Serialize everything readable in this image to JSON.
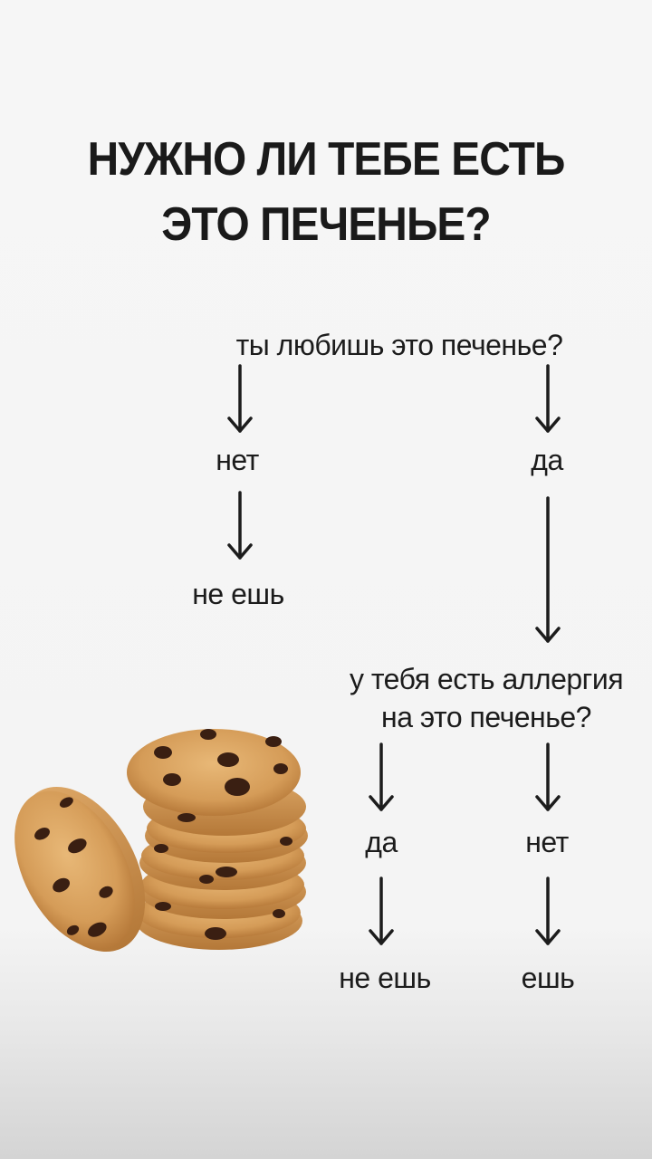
{
  "title": {
    "line1": "НУЖНО ЛИ ТЕБЕ ЕСТЬ",
    "line2": "ЭТО ПЕЧЕНЬЕ?"
  },
  "flowchart": {
    "question1": "ты любишь это печенье?",
    "q1_no": "нет",
    "q1_no_result": "не ешь",
    "q1_yes": "да",
    "question2_line1": "у тебя есть аллергия",
    "question2_line2": "на это печенье?",
    "q2_yes": "да",
    "q2_yes_result": "не ешь",
    "q2_no": "нет",
    "q2_no_result": "ешь"
  },
  "icons": {
    "cookie_stack": "cookie-stack-illustration",
    "arrow": "arrow-down-icon"
  },
  "colors": {
    "text": "#1a1a1a",
    "cookie": "#d9a35f",
    "chip": "#3a1f12"
  }
}
